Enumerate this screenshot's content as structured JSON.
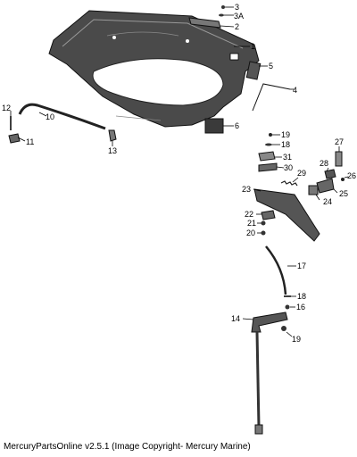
{
  "callouts": {
    "c1": "1",
    "c2": "2",
    "c3": "3",
    "c3a": "3A",
    "c4": "4",
    "c5": "5",
    "c6": "6",
    "c10": "10",
    "c11": "11",
    "c12": "12",
    "c13": "13",
    "c14": "14",
    "c16": "16",
    "c17": "17",
    "c18a": "18",
    "c18b": "18",
    "c19a": "19",
    "c19b": "19",
    "c20": "20",
    "c21": "21",
    "c22": "22",
    "c23": "23",
    "c24": "24",
    "c25": "25",
    "c26": "26",
    "c27": "27",
    "c28": "28",
    "c29": "29",
    "c30": "30",
    "c31": "31"
  },
  "footer": {
    "caption": "MercuryPartsOnline v2.5.1 (Image Copyright- Mercury Marine)"
  }
}
